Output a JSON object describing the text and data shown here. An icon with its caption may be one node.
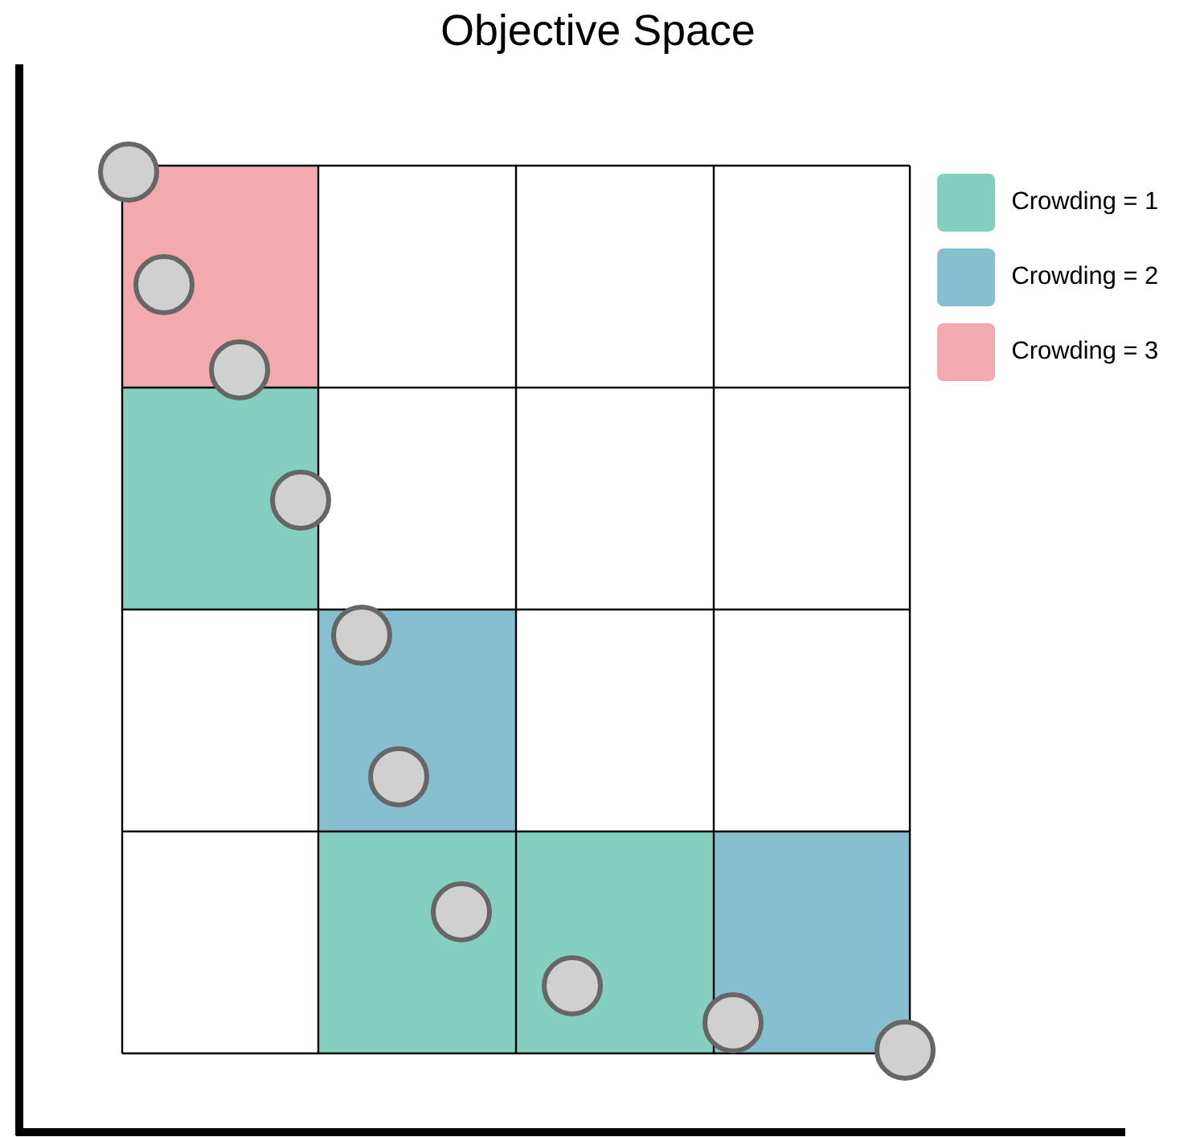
{
  "diagram": {
    "title": "Objective Space",
    "legend": [
      {
        "text": "Crowding = 1",
        "color": "#84cfbe"
      },
      {
        "text": "Crowding = 2",
        "color": "#86bfcf"
      },
      {
        "text": "Crowding = 3",
        "color": "#f2aaaf"
      }
    ]
  }
}
